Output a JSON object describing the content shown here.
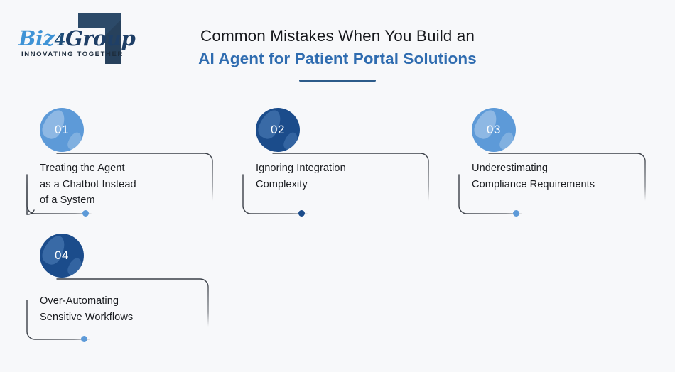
{
  "brand": {
    "logo_biz": "Biz",
    "logo_four": "4",
    "logo_group": "Group",
    "tagline": "INNOVATING TOGETHER"
  },
  "header": {
    "title_line1": "Common Mistakes When You Build an",
    "title_line2": "AI Agent for Patient Portal Solutions",
    "accent_color": "#2f6cb0",
    "rule_color": "#2c5b8a"
  },
  "colors": {
    "background": "#f7f8fa",
    "circle_light": "#5d9ad8",
    "circle_dark": "#1b4c8b",
    "border": "#3a3f47",
    "text": "#1b1d21"
  },
  "cards": [
    {
      "number": "01",
      "text": "Treating the Agent\nas a Chatbot Instead\nof a System",
      "circle_style": "light",
      "dot_style": "light"
    },
    {
      "number": "02",
      "text": "Ignoring Integration\nComplexity",
      "circle_style": "dark",
      "dot_style": "dark"
    },
    {
      "number": "03",
      "text": "Underestimating\nCompliance Requirements",
      "circle_style": "light",
      "dot_style": "light"
    },
    {
      "number": "04",
      "text": "Over-Automating\nSensitive Workflows",
      "circle_style": "dark",
      "dot_style": "light"
    }
  ]
}
